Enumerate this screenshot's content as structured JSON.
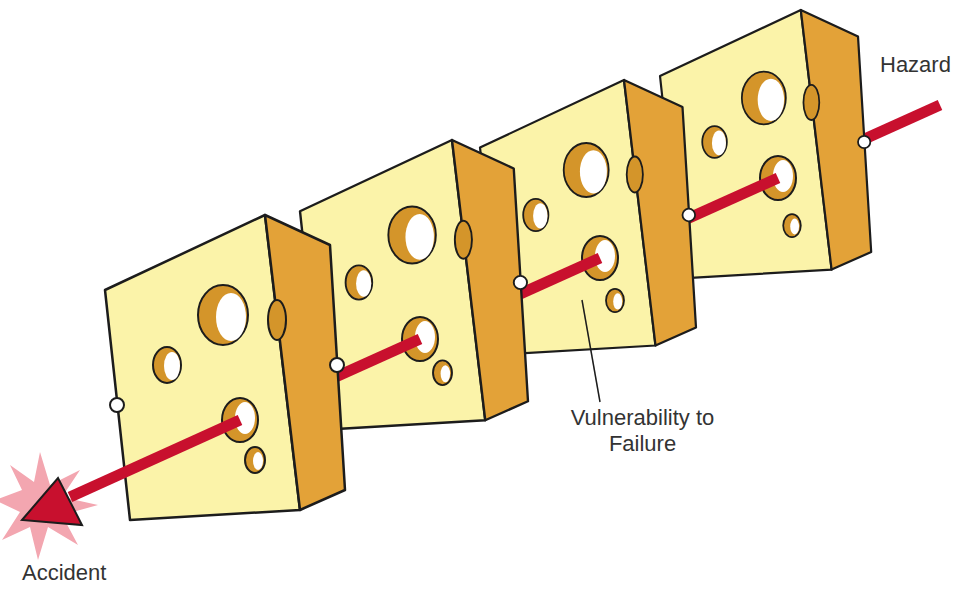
{
  "diagram": {
    "labels": [
      "Hazard",
      "Vulnerability to Failure",
      "Accident"
    ]
  }
}
